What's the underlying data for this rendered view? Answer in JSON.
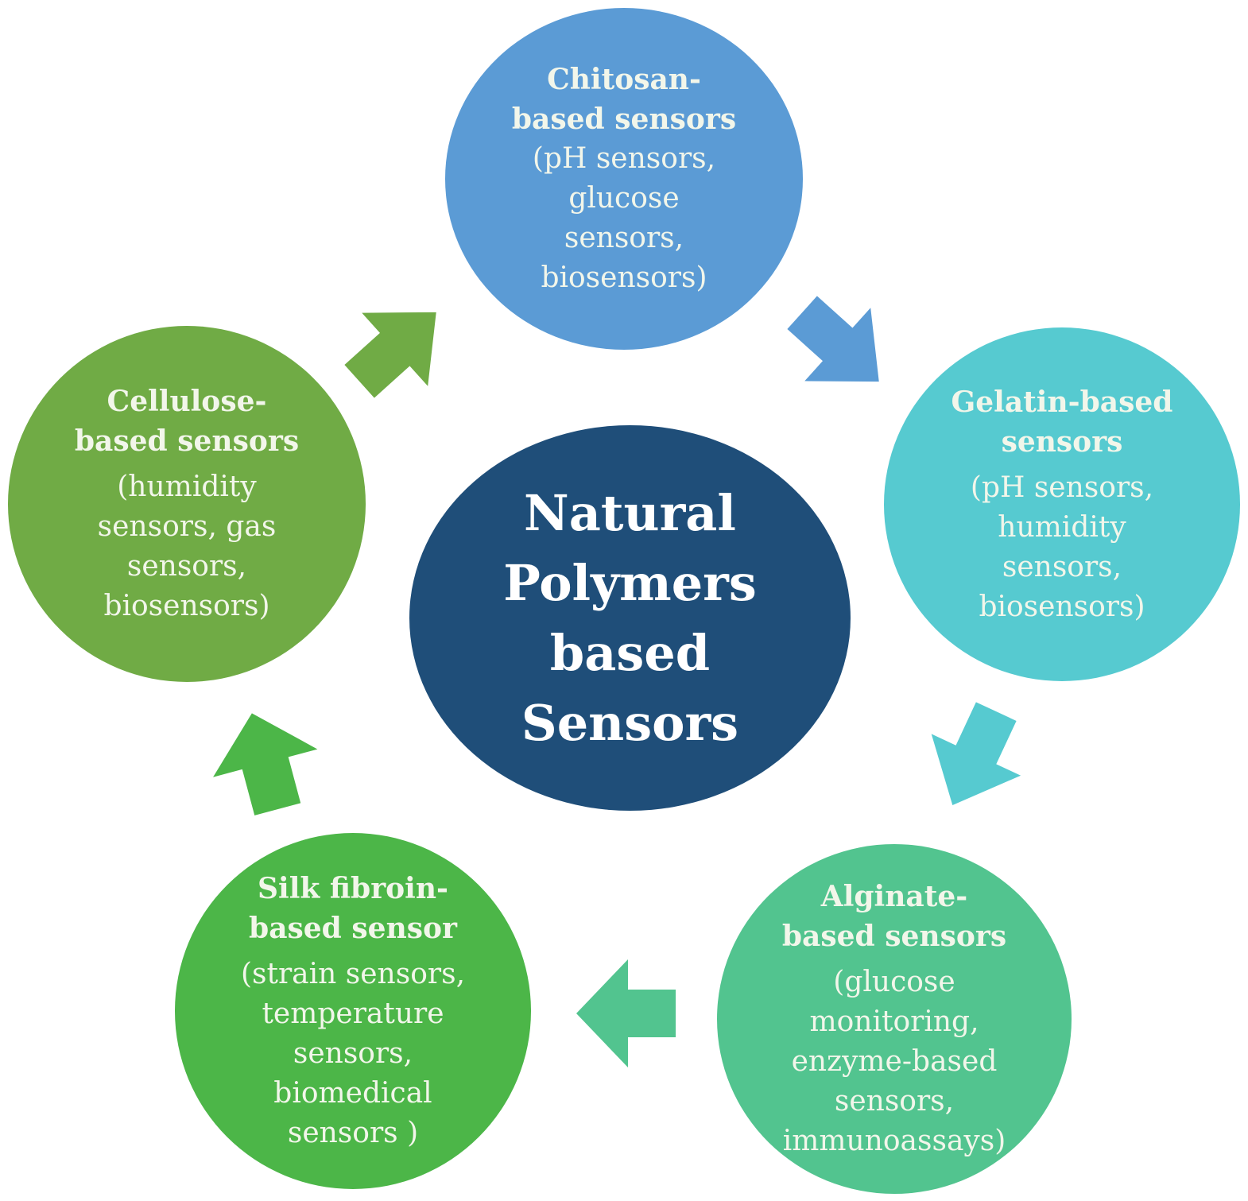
{
  "diagram": {
    "center": {
      "title": "Natural\nPolymers\nbased\nSensors",
      "color": "#1f4e79"
    },
    "nodes": [
      {
        "id": "chitosan",
        "title": "Chitosan-\nbased  sensors",
        "details": "(pH sensors,\nglucose\nsensors,\nbiosensors)",
        "color": "#5b9bd5"
      },
      {
        "id": "gelatin",
        "title": "Gelatin-based\nsensors",
        "details": "(pH sensors,\nhumidity\nsensors,\nbiosensors)",
        "color": "#56cad0"
      },
      {
        "id": "alginate",
        "title": "Alginate-\nbased  sensors",
        "details": "(glucose\nmonitoring,\nenzyme-based\nsensors,\nimmunoassays)",
        "color": "#52c48f"
      },
      {
        "id": "silk",
        "title": "Silk fibroin-\nbased  sensor",
        "details": "(strain sensors,\ntemperature\nsensors,\nbiomedical\nsensors )",
        "color": "#4cb648"
      },
      {
        "id": "cellulose",
        "title": "Cellulose-\nbased  sensors",
        "details": "(humidity\nsensors, gas\nsensors,\nbiosensors)",
        "color": "#70ab45"
      }
    ],
    "arrows": [
      {
        "from": "chitosan",
        "to": "gelatin",
        "color": "#5b9bd5"
      },
      {
        "from": "gelatin",
        "to": "alginate",
        "color": "#56cad0"
      },
      {
        "from": "alginate",
        "to": "silk",
        "color": "#52c48f"
      },
      {
        "from": "silk",
        "to": "cellulose",
        "color": "#4cb648"
      },
      {
        "from": "cellulose",
        "to": "chitosan",
        "color": "#70ab45"
      }
    ]
  }
}
